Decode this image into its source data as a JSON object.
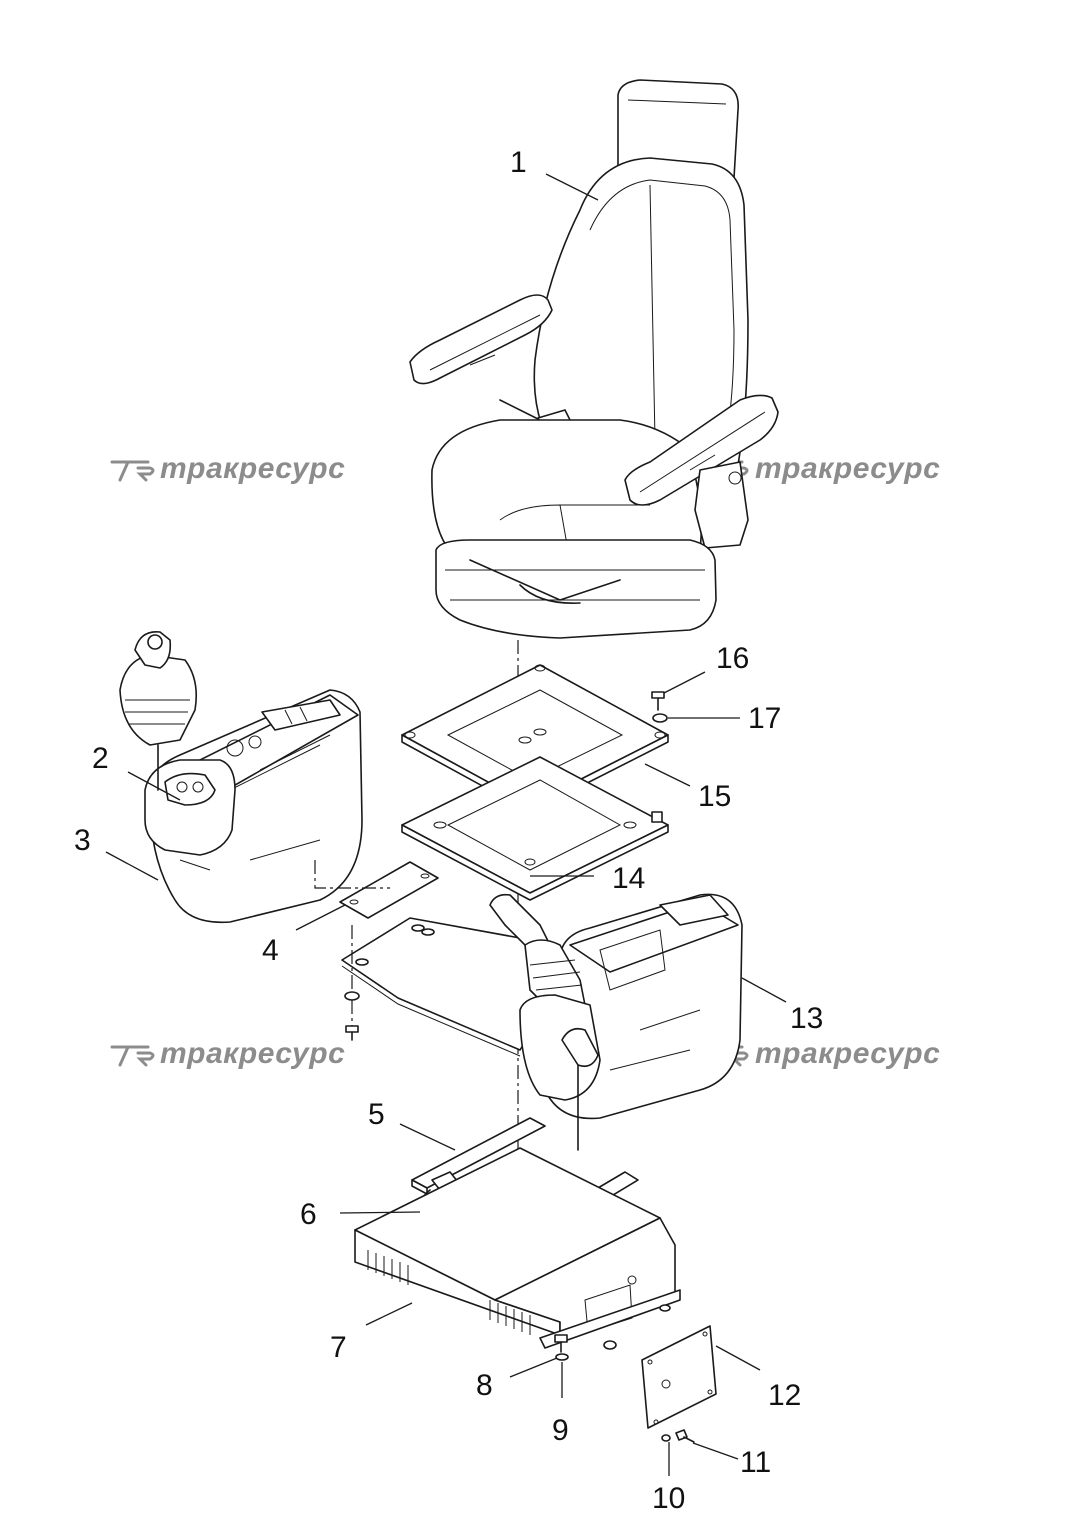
{
  "callouts": [
    {
      "id": "1",
      "label": "1"
    },
    {
      "id": "2",
      "label": "2"
    },
    {
      "id": "3",
      "label": "3"
    },
    {
      "id": "4",
      "label": "4"
    },
    {
      "id": "5",
      "label": "5"
    },
    {
      "id": "6",
      "label": "6"
    },
    {
      "id": "7",
      "label": "7"
    },
    {
      "id": "8",
      "label": "8"
    },
    {
      "id": "9",
      "label": "9"
    },
    {
      "id": "10",
      "label": "10"
    },
    {
      "id": "11",
      "label": "11"
    },
    {
      "id": "12",
      "label": "12"
    },
    {
      "id": "13",
      "label": "13"
    },
    {
      "id": "14",
      "label": "14"
    },
    {
      "id": "15",
      "label": "15"
    },
    {
      "id": "16",
      "label": "16"
    },
    {
      "id": "17",
      "label": "17"
    }
  ],
  "watermark": {
    "text": "тракресурс",
    "logo": "TR-logo-icon",
    "color": "#8c8c8c"
  },
  "colors": {
    "line": "#1a1a1a",
    "background": "#ffffff"
  }
}
